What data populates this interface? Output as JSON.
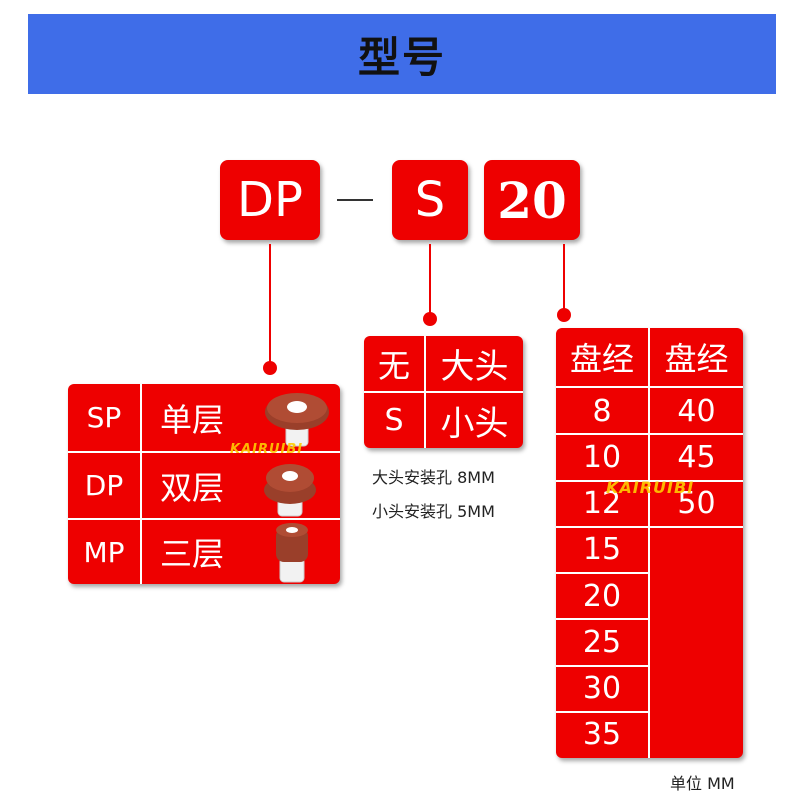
{
  "header": {
    "title": "型号"
  },
  "code": {
    "part1": "DP",
    "part2": "S",
    "part3": "20"
  },
  "layers": {
    "rows": [
      {
        "code": "SP",
        "name": "单层"
      },
      {
        "code": "DP",
        "name": "双层"
      },
      {
        "code": "MP",
        "name": "三层"
      }
    ]
  },
  "head": {
    "rows": [
      {
        "code": "无",
        "name": "大头"
      },
      {
        "code": "S",
        "name": "小头"
      }
    ],
    "note1": "大头安装孔 8MM",
    "note2": "小头安装孔 5MM"
  },
  "diameter": {
    "header_left": "盘经",
    "header_right": "盘经",
    "left_values": [
      "8",
      "10",
      "12",
      "15",
      "20",
      "25",
      "30",
      "35"
    ],
    "right_values": [
      "40",
      "45",
      "50"
    ]
  },
  "unit": "单位 MM",
  "watermark": "KAIRUIBI",
  "colors": {
    "header_bg": "#3f6de8",
    "accent": "#ee0000",
    "pad": "#9a3f2a",
    "stem": "#f2f2f2"
  }
}
